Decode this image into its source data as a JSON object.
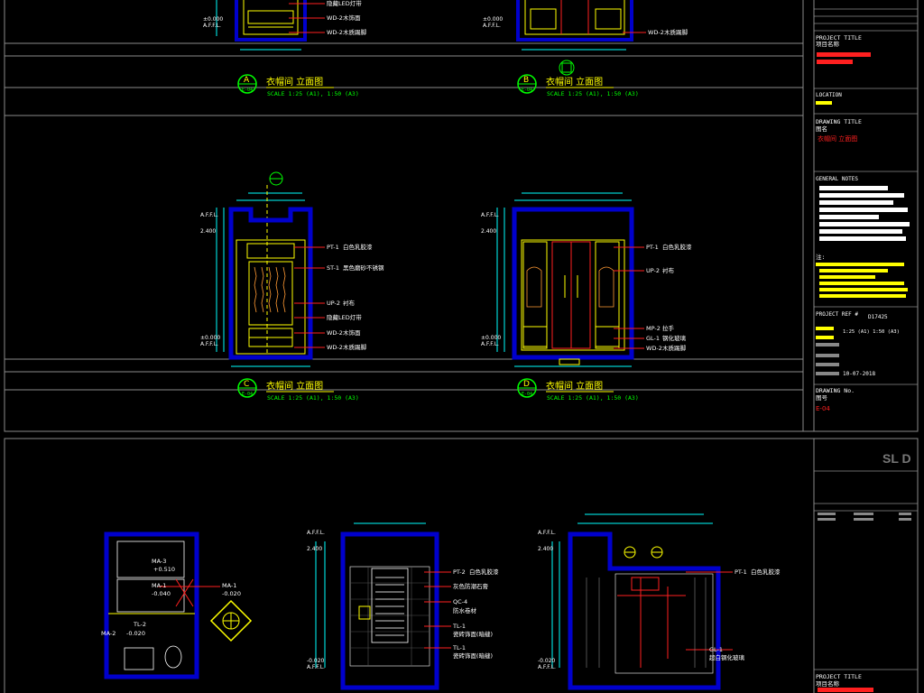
{
  "colors": {
    "background": "#000000",
    "frame": "#808080",
    "wall": "#0000cc",
    "cabinet": "#ffff00",
    "tag": "#ff2020",
    "text": "#ffffff",
    "scale": "#00ff00",
    "dim": "#00ffff"
  },
  "views": [
    {
      "marker": "A",
      "ref": "E-04",
      "title": "衣帽间 立面图",
      "scale": "SCALE 1:25 (A1), 1:50 (A3)"
    },
    {
      "marker": "B",
      "ref": "E-04",
      "title": "衣帽间 立面图",
      "scale": "SCALE 1:25 (A1), 1:50 (A3)"
    },
    {
      "marker": "C",
      "ref": "E-04",
      "title": "衣帽间 立面图",
      "scale": "SCALE 1:25 (A1), 1:50 (A3)"
    },
    {
      "marker": "D",
      "ref": "E-04",
      "title": "衣帽间 立面图",
      "scale": "SCALE 1:25 (A1), 1:50 (A3)"
    }
  ],
  "levels": {
    "ceiling": "2.400",
    "floor": "±0.000",
    "affl": "A.F.F.L."
  },
  "view_a_tags": [
    {
      "code": "",
      "text": "隐藏LED灯带"
    },
    {
      "code": "WD-2",
      "text": "木饰面"
    },
    {
      "code": "WD-2",
      "text": "木质踢脚"
    }
  ],
  "view_b_tags": [
    {
      "code": "WD-2",
      "text": "木质踢脚"
    }
  ],
  "view_c_tags": [
    {
      "code": "PT-1",
      "text": "白色乳胶漆"
    },
    {
      "code": "ST-1",
      "text": "黑色磨砂不锈钢"
    },
    {
      "code": "UP-2",
      "text": "衬布"
    },
    {
      "code": "",
      "text": "隐藏LED灯带"
    },
    {
      "code": "WD-2",
      "text": "木饰面"
    },
    {
      "code": "WD-2",
      "text": "木质踢脚"
    }
  ],
  "view_d_tags": [
    {
      "code": "PT-1",
      "text": "白色乳胶漆"
    },
    {
      "code": "UP-2",
      "text": "衬布"
    },
    {
      "code": "MP-2",
      "text": "拉手"
    },
    {
      "code": "GL-1",
      "text": "钢化玻璃"
    },
    {
      "code": "WD-2",
      "text": "木质踢脚"
    }
  ],
  "bath_mid_tags": [
    {
      "code": "PT-2",
      "text": "白色乳胶漆"
    },
    {
      "code": "",
      "text": "灰色防潮石膏"
    },
    {
      "code": "QC-4",
      "text": ""
    },
    {
      "code": "",
      "text": "防水卷材"
    },
    {
      "code": "TL-1",
      "text": ""
    },
    {
      "code": "",
      "text": "瓷砖饰面(暗缝)"
    },
    {
      "code": "TL-1",
      "text": ""
    },
    {
      "code": "",
      "text": "瓷砖饰面(暗缝)"
    }
  ],
  "bath_right_tags": [
    {
      "code": "PT-1",
      "text": "白色乳胶漆"
    },
    {
      "code": "GL-1",
      "text": "超白钢化玻璃"
    }
  ],
  "plan_tags": [
    {
      "code": "MA-3",
      "level": "+0.510"
    },
    {
      "code": "MA-1",
      "level": "-0.040"
    },
    {
      "code": "MA-1",
      "level": "-0.020"
    },
    {
      "code": "TL-2",
      "level": ""
    },
    {
      "code": "MA-2",
      "level": "-0.020"
    }
  ],
  "bath_levels": {
    "ceiling": "2.400",
    "floor": "-0.020",
    "affl": "A.F.F.L."
  },
  "title_block": {
    "project_title_label": "PROJECT TITLE",
    "project_title_cn": "项目名称",
    "location_label": "LOCATION",
    "drawing_title_label": "DRAWING TITLE",
    "drawing_title_cn": "图名",
    "drawing_title_value": "衣帽间 立面图",
    "general_notes_label": "GENERAL NOTES",
    "notes_cn": "注:",
    "project_ref_label": "PROJECT REF #",
    "project_ref_value": "D17425",
    "scale_value": "1:25 (A1) 1:50 (A3)",
    "date_value": "10-07-2018",
    "drawing_no_label": "DRAWING No.",
    "drawing_no_cn": "图号",
    "drawing_no_value": "E-04",
    "logo": "SL D",
    "project_title_label_2": "PROJECT TITLE",
    "project_title_cn_2": "项目名称"
  }
}
